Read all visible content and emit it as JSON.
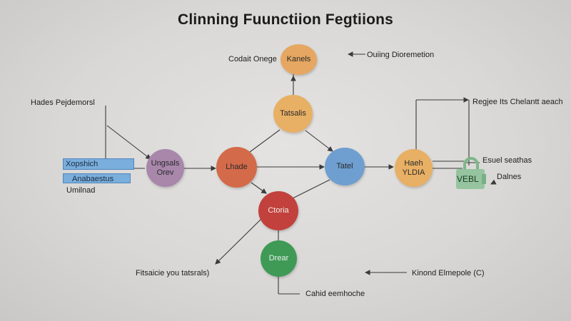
{
  "title": "Clinning Fuunctiion Fegtiions",
  "colors": {
    "orange": "#e6a762",
    "gold": "#e8b065",
    "purple": "#a887ab",
    "red_orange": "#d36a4a",
    "blue": "#6e9fd0",
    "red": "#c2413d",
    "green": "#3f9a56",
    "lock_green": "#7fb68a",
    "box_blue": "#7aaedc"
  },
  "nodes": {
    "top": "Kanels",
    "center_top": "Tatsalis",
    "left": [
      "Ungsals",
      "Orev"
    ],
    "middle_left": "Lhade",
    "middle_right": "Tatel",
    "right": [
      "Haeh",
      "YLDIA"
    ],
    "bottom_center": "Ctoria",
    "bottom": "Drear"
  },
  "labels": {
    "codait_onege": "Codait Onege",
    "ouiing": "Ouiing Dioremetion",
    "hades": "Hades Pejdemorsl",
    "xopshich": "Xopshich",
    "anabaestus": "Anabaestus",
    "umilnad": "Umilnad",
    "regjee": "Regjee Its Chelantt aeach",
    "esuel": "Esuel seathas",
    "dalnes": "Dalnes",
    "lock_text": "VEBL",
    "fitsaicie": "Fitsaicie you tatsrals)",
    "kinond": "Kinond Elmepole (C)",
    "cahid": "Cahid eemhoche"
  }
}
